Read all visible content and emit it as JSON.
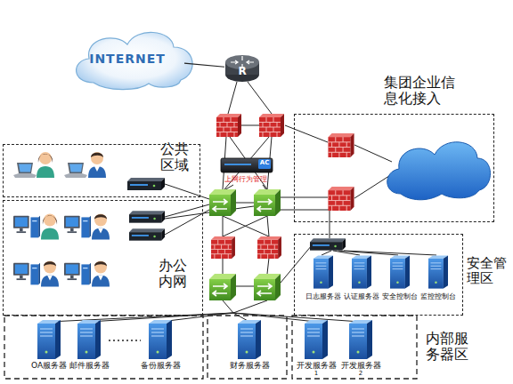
{
  "diagram": {
    "nodes": [
      {
        "text": [
          "INTERNET"
        ]
      },
      {
        "text": [
          "R"
        ]
      },
      {
        "text": [
          "集团企业信息化接入"
        ]
      },
      {
        "text": [
          "公共区域"
        ]
      },
      {
        "text": [
          "AC",
          "上网行为管理"
        ]
      },
      {
        "text": [
          "办公内网"
        ]
      },
      {
        "text": [
          "安全管理区"
        ]
      },
      {
        "text": [
          "日志服务器"
        ],
        "in": 6
      },
      {
        "text": [
          "认证服务器"
        ],
        "in": 6
      },
      {
        "text": [
          "安全控制台"
        ],
        "in": 6
      },
      {
        "text": [
          "监控控制台"
        ],
        "in": 6
      },
      {
        "text": [
          "OA服务器"
        ]
      },
      {
        "text": [
          "邮件服务器"
        ]
      },
      {
        "text": [
          "备份服务器"
        ]
      },
      {
        "text": [
          "财务服务器"
        ]
      },
      {
        "text": [
          "开发服务器",
          "1"
        ]
      },
      {
        "text": [
          "开发服务器",
          "2"
        ]
      }
    ],
    "edges": [
      {
        "from": 0,
        "to": 1,
        "arrow": "none"
      }
    ],
    "labels": [
      "内部服务器区"
    ]
  }
}
